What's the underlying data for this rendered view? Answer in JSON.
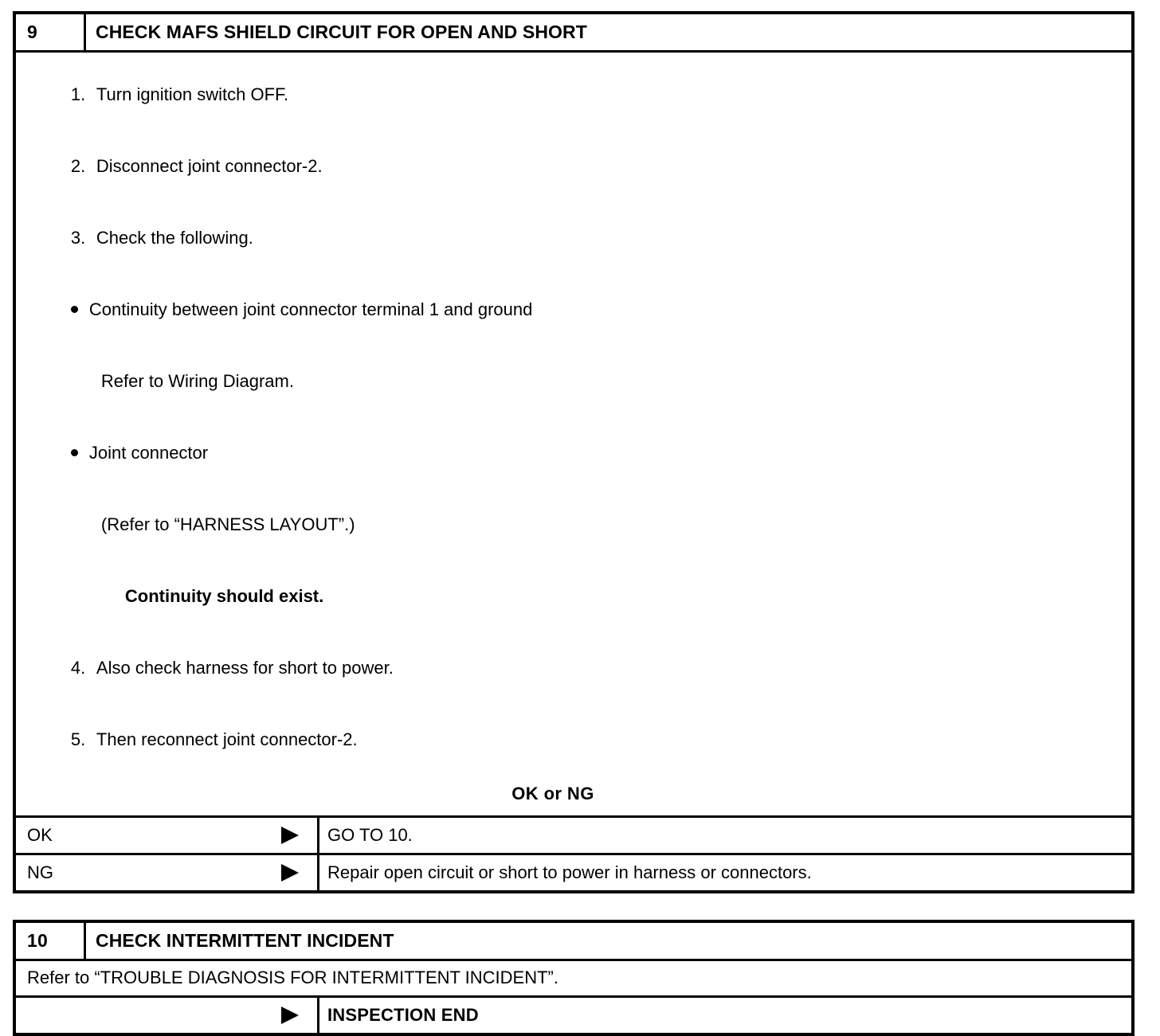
{
  "blocks": [
    {
      "step_number": "9",
      "title": "CHECK MAFS SHIELD CIRCUIT FOR OPEN AND SHORT",
      "procedure": [
        {
          "kind": "numbered",
          "marker": "1.",
          "text": "Turn ignition switch OFF."
        },
        {
          "kind": "numbered",
          "marker": "2.",
          "text": "Disconnect joint connector-2."
        },
        {
          "kind": "numbered",
          "marker": "3.",
          "text": "Check the following."
        },
        {
          "kind": "bullet",
          "text": "Continuity between joint connector terminal 1 and ground"
        },
        {
          "kind": "continuation",
          "text": "Refer to Wiring Diagram."
        },
        {
          "kind": "bullet",
          "text": "Joint connector"
        },
        {
          "kind": "continuation",
          "text": "(Refer to “HARNESS LAYOUT”.)"
        },
        {
          "kind": "emphasis",
          "text": "Continuity should exist."
        },
        {
          "kind": "numbered",
          "marker": "4.",
          "text": "Also check harness for short to power."
        },
        {
          "kind": "numbered",
          "marker": "5.",
          "text": "Then reconnect joint connector-2."
        }
      ],
      "judgement": "OK or NG",
      "results": [
        {
          "label": "OK",
          "arrow": "right-triangle-arrow",
          "action": "GO TO 10.",
          "bold": false
        },
        {
          "label": "NG",
          "arrow": "right-triangle-arrow",
          "action": "Repair open circuit or short to power in harness or connectors.",
          "bold": false
        }
      ]
    },
    {
      "step_number": "10",
      "title": "CHECK INTERMITTENT INCIDENT",
      "refer_text": "Refer to “TROUBLE DIAGNOSIS FOR INTERMITTENT INCIDENT”.",
      "results": [
        {
          "label": "",
          "arrow": "right-triangle-arrow",
          "action": "INSPECTION END",
          "bold": true
        }
      ]
    }
  ]
}
